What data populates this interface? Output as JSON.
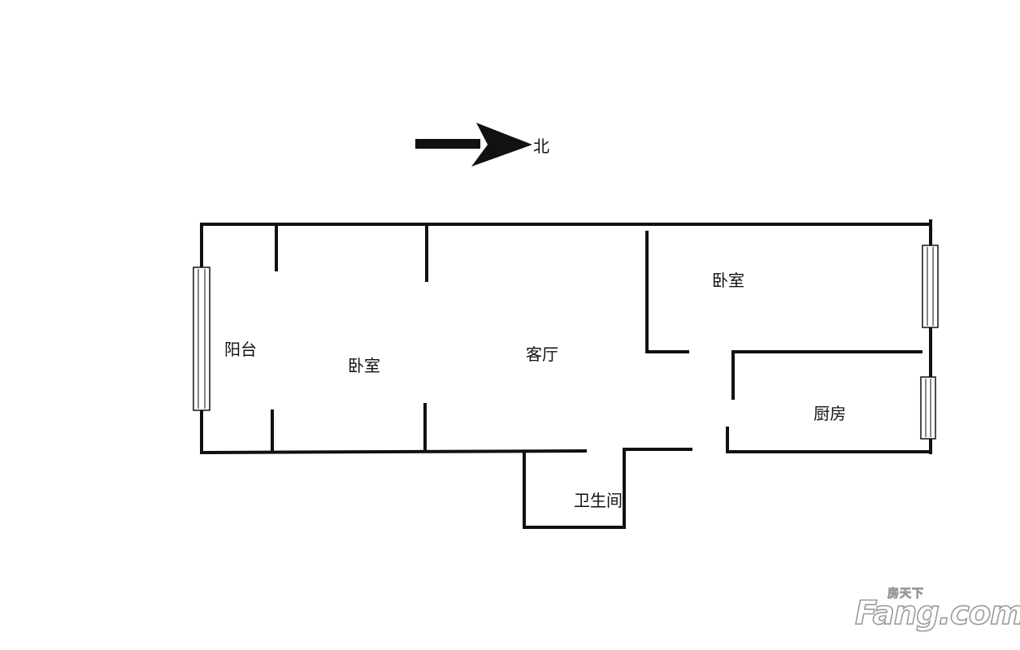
{
  "compass": {
    "direction_label": "北",
    "arrow_icon": "arrow-right-icon"
  },
  "rooms": {
    "balcony": "阳台",
    "bedroom_left": "卧室",
    "living_room": "客厅",
    "bedroom_right": "卧室",
    "kitchen": "厨房",
    "bathroom": "卫生间"
  },
  "watermark": {
    "cn": "房天下",
    "en": "Fang.com"
  },
  "colors": {
    "wall": "#111111",
    "background": "#ffffff",
    "watermark": "#9a9a9a"
  }
}
